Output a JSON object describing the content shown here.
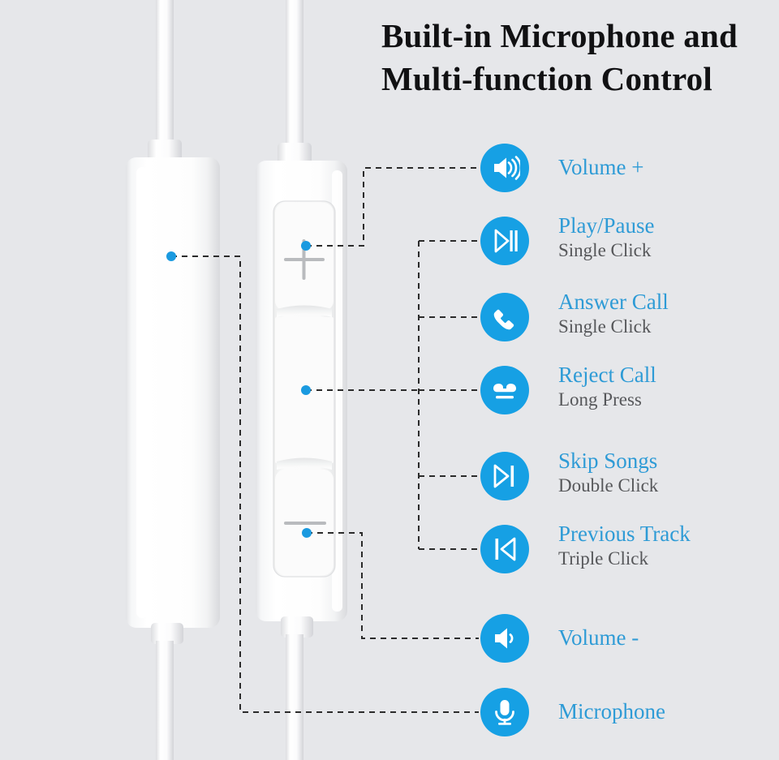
{
  "page": {
    "background_color": "#e6e7ea",
    "accent_color": "#16a0e4",
    "label_color": "#2e9bd6",
    "sublabel_color": "#56575a",
    "leader_color": "#2b2b2b",
    "dot_color": "#1a9ae0"
  },
  "title": {
    "line1": "Built-in Microphone and",
    "line2": "Multi-function Control"
  },
  "features": [
    {
      "icon": "volume-up-icon",
      "label": "Volume +",
      "sublabel": ""
    },
    {
      "icon": "play-pause-icon",
      "label": "Play/Pause",
      "sublabel": "Single Click"
    },
    {
      "icon": "answer-call-icon",
      "label": "Answer Call",
      "sublabel": "Single Click"
    },
    {
      "icon": "reject-call-icon",
      "label": "Reject Call",
      "sublabel": "Long Press"
    },
    {
      "icon": "skip-forward-icon",
      "label": "Skip Songs",
      "sublabel": "Double Click"
    },
    {
      "icon": "skip-backward-icon",
      "label": "Previous Track",
      "sublabel": "Triple Click"
    },
    {
      "icon": "volume-down-icon",
      "label": "Volume -",
      "sublabel": ""
    },
    {
      "icon": "microphone-icon",
      "label": "Microphone",
      "sublabel": ""
    }
  ],
  "product": {
    "left_module": {
      "name": "microphone-module",
      "marking": "mic-hole"
    },
    "right_module": {
      "name": "multifunction-control-module",
      "buttons": [
        {
          "name": "volume-up-button",
          "marking": "+"
        },
        {
          "name": "center-multifunction-button",
          "marking": ""
        },
        {
          "name": "volume-down-button",
          "marking": "-"
        }
      ]
    }
  }
}
